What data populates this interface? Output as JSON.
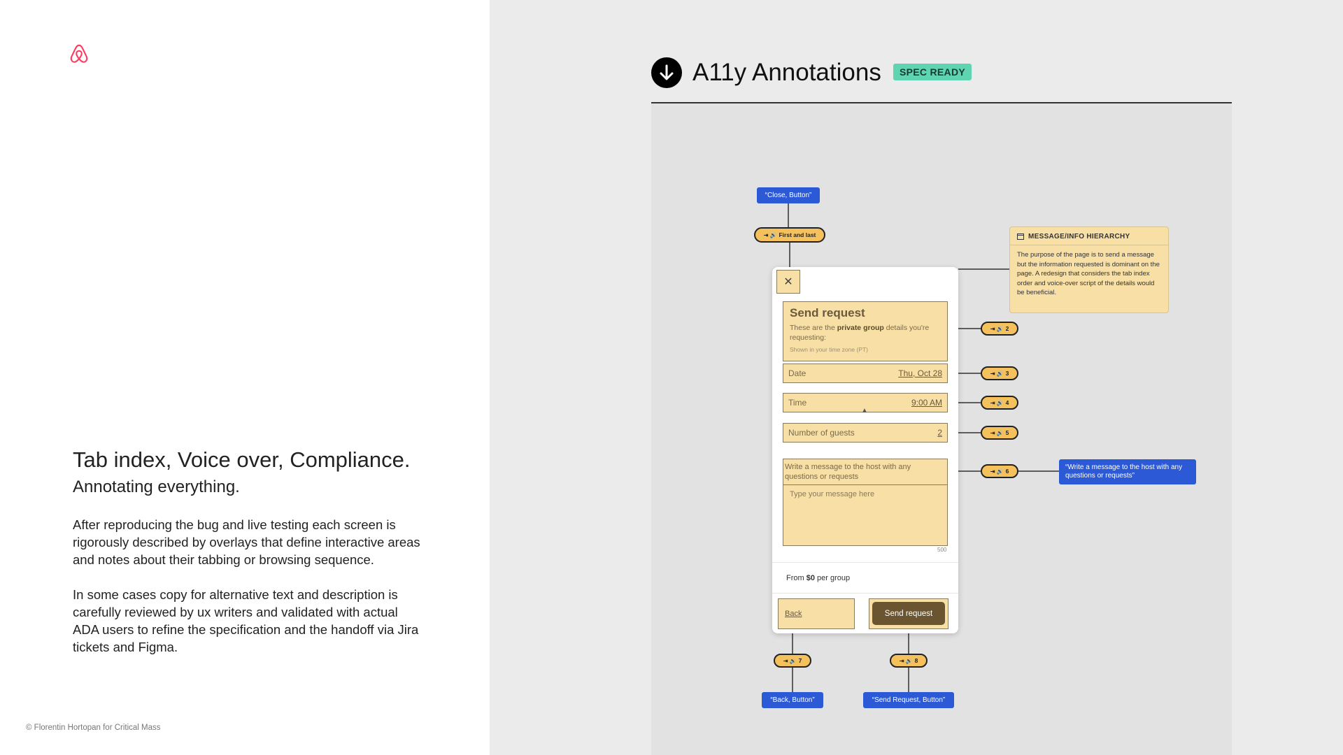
{
  "left": {
    "heading": "Tab index, Voice over, Compliance.",
    "subheading": "Annotating everything.",
    "paragraph1": "After reproducing the bug and live testing each screen is rigorously described by overlays that define interactive areas and notes about their tabbing or browsing sequence.",
    "paragraph2": "In some cases copy for alternative text and description is carefully reviewed by ux writers and validated with actual ADA users to refine the specification and the handoff via Jira tickets and Figma.",
    "credit": "© Florentin Hortopan for Critical Mass",
    "logo_icon": "airbnb-logo-icon",
    "brand_color": "#FF385C"
  },
  "header": {
    "icon": "arrow-down-circle-icon",
    "title": "A11y Annotations",
    "badge": "SPEC READY",
    "badge_color": "#5FD4B0"
  },
  "modal": {
    "close_icon": "close-icon",
    "title": "Send request",
    "desc_prefix": "These are the ",
    "desc_bold": "private group",
    "desc_suffix": " details you're requesting:",
    "timezone": "Shown in your time zone (PT)",
    "date_label": "Date",
    "date_value": "Thu, Oct 28",
    "time_label": "Time",
    "time_value": "9:00 AM",
    "guests_label": "Number of guests",
    "guests_value": "2",
    "message_label": "Write a message to the host with any questions or requests",
    "message_placeholder": "Type your message here",
    "char_limit": "500",
    "price_prefix": "From ",
    "price_value": "$0",
    "price_suffix": " per group",
    "back_label": "Back",
    "send_label": "Send request"
  },
  "annotations": {
    "pill_icons": "⇥ 🔊",
    "pill_first_last": "First and last",
    "pill_2": "2",
    "pill_3": "3",
    "pill_4": "4",
    "pill_5": "5",
    "pill_6": "6",
    "pill_7": "7",
    "pill_8": "8",
    "close_label": "“Close, Button”",
    "message_label": "“Write a message to the host with any questions or requests”",
    "back_label": "“Back, Button”",
    "send_label": "“Send Request, Button”",
    "pill_color": "#F5C15C",
    "label_color": "#2C5AD6"
  },
  "note": {
    "icon": "note-icon",
    "title": "MESSAGE/INFO HIERARCHY",
    "body": "The purpose of the page is to send a message but the information requested is dominant on the page. A redesign that considers the tab index order and voice-over script of the details would be beneficial."
  }
}
